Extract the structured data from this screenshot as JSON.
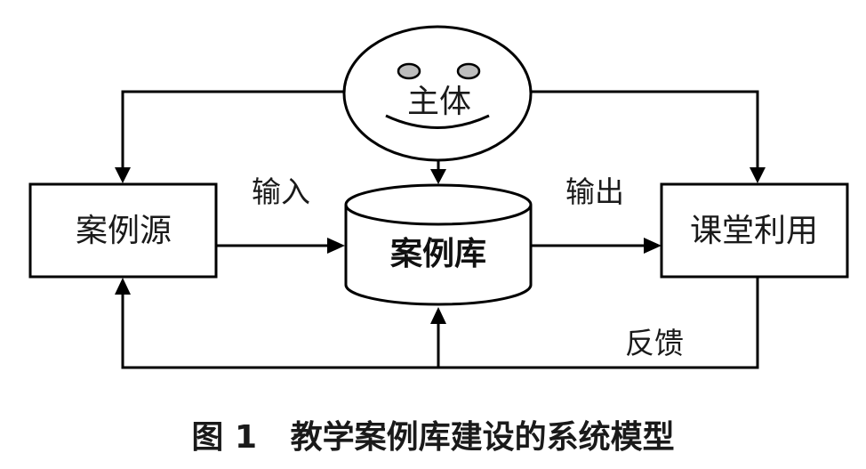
{
  "nodes": {
    "subject": "主体",
    "case_source": "案例源",
    "case_library": "案例库",
    "classroom_use": "课堂利用"
  },
  "edges": {
    "input": "输入",
    "output": "输出",
    "feedback": "反馈"
  },
  "caption": "图 1   教学案例库建设的系统模型"
}
